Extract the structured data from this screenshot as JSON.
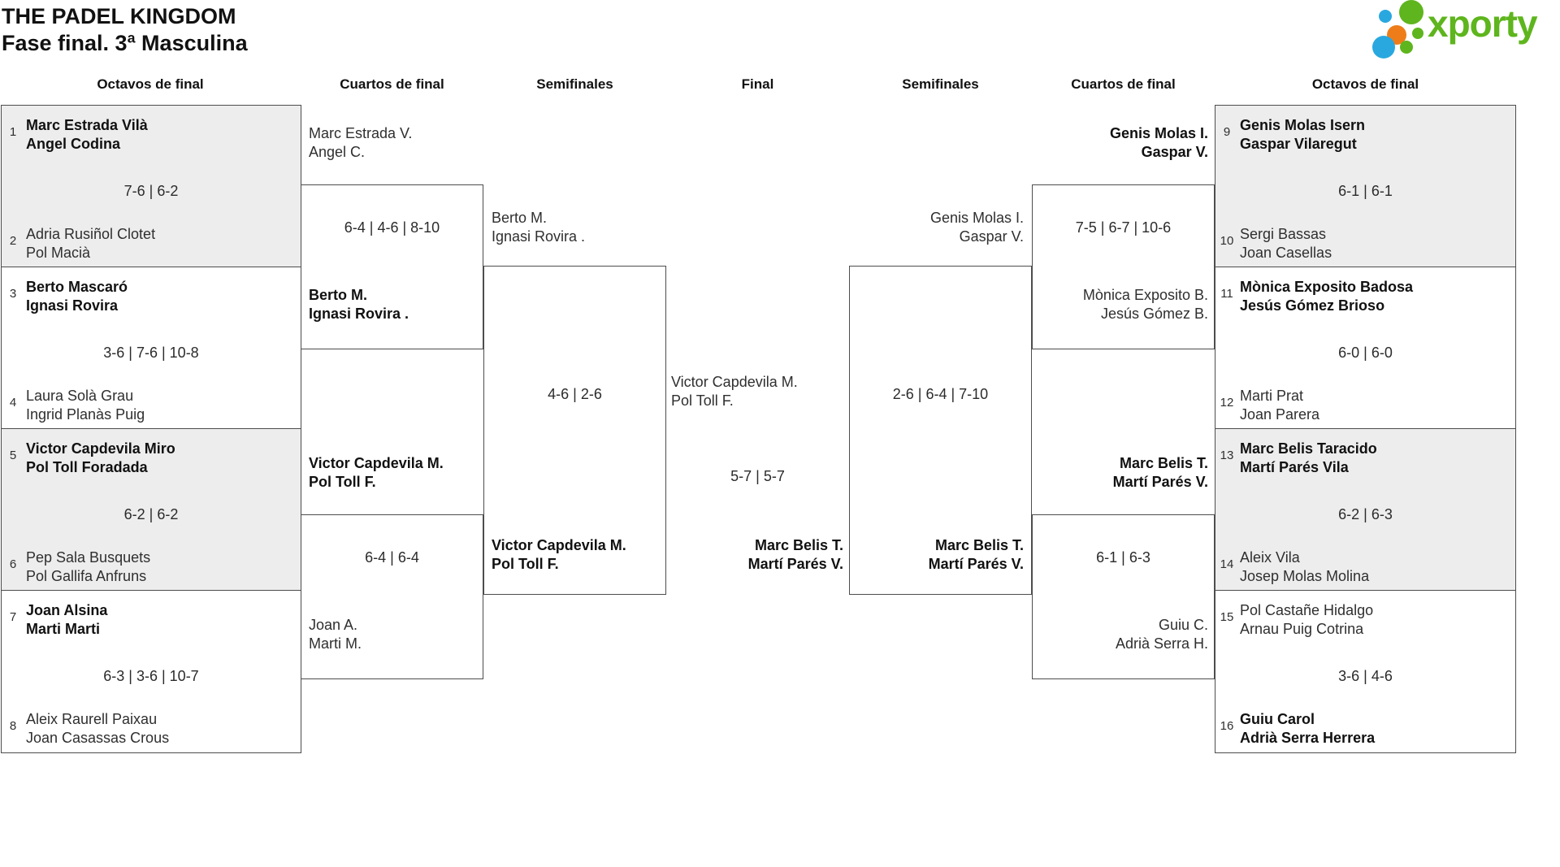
{
  "header": {
    "title": "THE PADEL KINGDOM",
    "subtitle": "Fase final. 3ª Masculina"
  },
  "logo": {
    "brand": "xporty"
  },
  "colors": {
    "logo_green": "#5eb51d",
    "logo_blue": "#29a8e0",
    "logo_orange": "#ee7d19",
    "match_gray": "#ededed",
    "border_gray": "#4d4d4d"
  },
  "rounds": [
    "Octavos de final",
    "Cuartos de final",
    "Semifinales",
    "Final",
    "Semifinales",
    "Cuartos de final",
    "Octavos de final"
  ],
  "r16_left": [
    {
      "seed_a": "1",
      "a1": "Marc Estrada Vilà",
      "a2": "Angel Codina",
      "a_win": true,
      "score": "7-6 | 6-2",
      "seed_b": "2",
      "b1": "Adria Rusiñol Clotet",
      "b2": "Pol Macià",
      "b_win": false
    },
    {
      "seed_a": "3",
      "a1": "Berto Mascaró",
      "a2": "Ignasi Rovira",
      "a_win": true,
      "score": "3-6 | 7-6 | 10-8",
      "seed_b": "4",
      "b1": "Laura Solà Grau",
      "b2": "Ingrid Planàs Puig",
      "b_win": false
    },
    {
      "seed_a": "5",
      "a1": "Victor Capdevila Miro",
      "a2": "Pol Toll Foradada",
      "a_win": true,
      "score": "6-2 | 6-2",
      "seed_b": "6",
      "b1": "Pep Sala Busquets",
      "b2": "Pol Gallifa Anfruns",
      "b_win": false
    },
    {
      "seed_a": "7",
      "a1": "Joan Alsina",
      "a2": "Marti Marti",
      "a_win": true,
      "score": "6-3 | 3-6 | 10-7",
      "seed_b": "8",
      "b1": "Aleix Raurell Paixau",
      "b2": "Joan Casassas Crous",
      "b_win": false
    }
  ],
  "qf_left": [
    {
      "a1": "Marc Estrada V.",
      "a2": "Angel C.",
      "a_win": false,
      "score": "6-4 | 4-6 | 8-10",
      "b1": "Berto M.",
      "b2": "Ignasi Rovira .",
      "b_win": true
    },
    {
      "a1": "Victor Capdevila M.",
      "a2": "Pol Toll F.",
      "a_win": true,
      "score": "6-4 | 6-4",
      "b1": "Joan A.",
      "b2": "Marti M.",
      "b_win": false
    }
  ],
  "sf_left": {
    "a1": "Berto M.",
    "a2": "Ignasi Rovira .",
    "a_win": false,
    "score": "4-6 | 2-6",
    "b1": "Victor Capdevila M.",
    "b2": "Pol Toll F.",
    "b_win": true
  },
  "final": {
    "a1": "Victor Capdevila M.",
    "a2": "Pol Toll F.",
    "a_win": false,
    "score": "5-7 | 5-7",
    "b1": "Marc Belis T.",
    "b2": "Martí Parés V.",
    "b_win": true
  },
  "sf_right": {
    "a1": "Genis Molas I.",
    "a2": "Gaspar V.",
    "a_win": false,
    "score": "2-6 | 6-4 | 7-10",
    "b1": "Marc Belis T.",
    "b2": "Martí Parés V.",
    "b_win": true
  },
  "qf_right": [
    {
      "a1": "Genis Molas I.",
      "a2": "Gaspar V.",
      "a_win": true,
      "score": "7-5 | 6-7 | 10-6",
      "b1": "Mònica Exposito B.",
      "b2": "Jesús Gómez B.",
      "b_win": false
    },
    {
      "a1": "Marc Belis T.",
      "a2": "Martí Parés V.",
      "a_win": true,
      "score": "6-1 | 6-3",
      "b1": "Guiu C.",
      "b2": "Adrià Serra H.",
      "b_win": false
    }
  ],
  "r16_right": [
    {
      "seed_a": "9",
      "a1": "Genis Molas Isern",
      "a2": "Gaspar Vilaregut",
      "a_win": true,
      "score": "6-1 | 6-1",
      "seed_b": "10",
      "b1": "Sergi Bassas",
      "b2": "Joan Casellas",
      "b_win": false
    },
    {
      "seed_a": "11",
      "a1": "Mònica Exposito Badosa",
      "a2": "Jesús Gómez Brioso",
      "a_win": true,
      "score": "6-0 | 6-0",
      "seed_b": "12",
      "b1": "Marti Prat",
      "b2": "Joan Parera",
      "b_win": false
    },
    {
      "seed_a": "13",
      "a1": "Marc Belis Taracido",
      "a2": "Martí Parés Vila",
      "a_win": true,
      "score": "6-2 | 6-3",
      "seed_b": "14",
      "b1": "Aleix Vila",
      "b2": "Josep Molas Molina",
      "b_win": false
    },
    {
      "seed_a": "15",
      "a1": "Pol Castañe Hidalgo",
      "a2": "Arnau Puig Cotrina",
      "a_win": false,
      "score": "3-6 | 4-6",
      "seed_b": "16",
      "b1": "Guiu Carol",
      "b2": "Adrià Serra Herrera",
      "b_win": true
    }
  ]
}
